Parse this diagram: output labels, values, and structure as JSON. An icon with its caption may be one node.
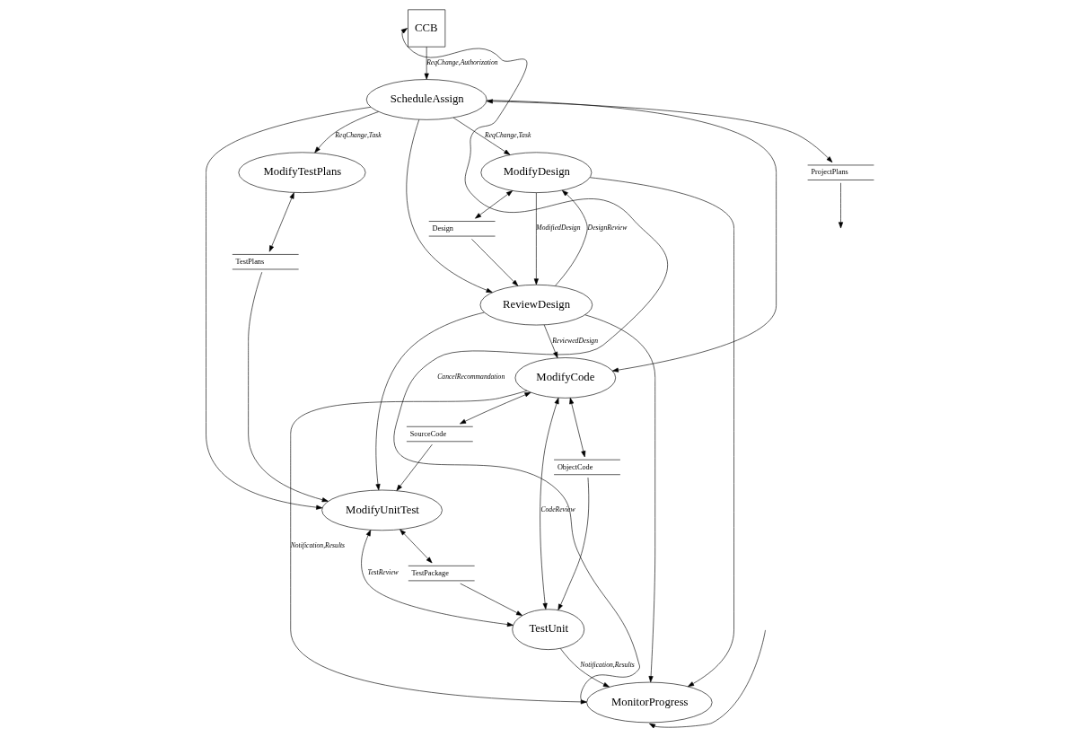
{
  "diagram": {
    "nodes": [
      {
        "text": [
          "CCB"
        ]
      },
      {
        "text": [
          "ScheduleAssign"
        ]
      },
      {
        "text": [
          "ModifyDesign"
        ]
      },
      {
        "text": [
          "ProjectPlans"
        ]
      },
      {
        "text": [
          "ReviewDesign"
        ]
      },
      {
        "text": [
          "ModifyTestPlans"
        ]
      },
      {
        "text": [
          "Design"
        ]
      },
      {
        "text": [
          "TestPlans"
        ]
      },
      {
        "text": [
          "ModifyCode"
        ]
      },
      {
        "text": [
          "ModifyUnitTest"
        ]
      },
      {
        "text": [
          "SourceCode"
        ]
      },
      {
        "text": [
          "MonitorProgress"
        ]
      },
      {
        "text": [
          "TestUnit"
        ]
      },
      {
        "text": [
          "ObjectCode"
        ]
      },
      {
        "text": [
          "TestPackage"
        ]
      }
    ],
    "edges": [
      {
        "from": 11,
        "to": 0,
        "arrow": "to",
        "label": "CancelRecommandation"
      },
      {
        "from": 0,
        "to": 1,
        "arrow": "to",
        "label": "ReqChange,Authorization"
      },
      {
        "from": 1,
        "to": 2,
        "arrow": "to",
        "label": "ReqChange,Task"
      },
      {
        "from": 1,
        "to": 3,
        "arrow": "both"
      },
      {
        "from": 3,
        "to": null,
        "arrow": "to"
      },
      {
        "from": null,
        "to": 11,
        "arrow": "to"
      },
      {
        "from": 2,
        "to": 4,
        "arrow": "to",
        "label": "ModifiedDesign"
      },
      {
        "from": 4,
        "to": 2,
        "arrow": "to",
        "label": "DesignReview"
      },
      {
        "from": 2,
        "to": 6,
        "arrow": "both"
      },
      {
        "from": 6,
        "to": 4,
        "arrow": "to"
      },
      {
        "from": 2,
        "to": 11,
        "arrow": "to"
      },
      {
        "from": 1,
        "to": 4,
        "arrow": "to"
      },
      {
        "from": 1,
        "to": 5,
        "arrow": "to",
        "label": "ReqChange,Task"
      },
      {
        "from": 1,
        "to": 8,
        "arrow": "to"
      },
      {
        "from": 1,
        "to": 9,
        "arrow": "to"
      },
      {
        "from": 4,
        "to": 8,
        "arrow": "to",
        "label": "ReviewedDesign"
      },
      {
        "from": 4,
        "to": 9,
        "arrow": "to"
      },
      {
        "from": 4,
        "to": 11,
        "arrow": "to"
      },
      {
        "from": 8,
        "to": 11,
        "arrow": "to",
        "label": "Notification,Results"
      },
      {
        "from": 5,
        "to": 7,
        "arrow": "both"
      },
      {
        "from": 7,
        "to": 9,
        "arrow": "to"
      },
      {
        "from": 8,
        "to": 10,
        "arrow": "both"
      },
      {
        "from": 10,
        "to": 9,
        "arrow": "to"
      },
      {
        "from": 8,
        "to": 13,
        "arrow": "both"
      },
      {
        "from": 13,
        "to": 12,
        "arrow": "to"
      },
      {
        "from": 12,
        "to": 8,
        "arrow": "both",
        "label": "CodeReview"
      },
      {
        "from": 12,
        "to": 9,
        "arrow": "both",
        "label": "TestReview"
      },
      {
        "from": 9,
        "to": 14,
        "arrow": "both"
      },
      {
        "from": 14,
        "to": 12,
        "arrow": "to"
      },
      {
        "from": 12,
        "to": 11,
        "arrow": "to",
        "label": "Notification,Results"
      }
    ]
  }
}
